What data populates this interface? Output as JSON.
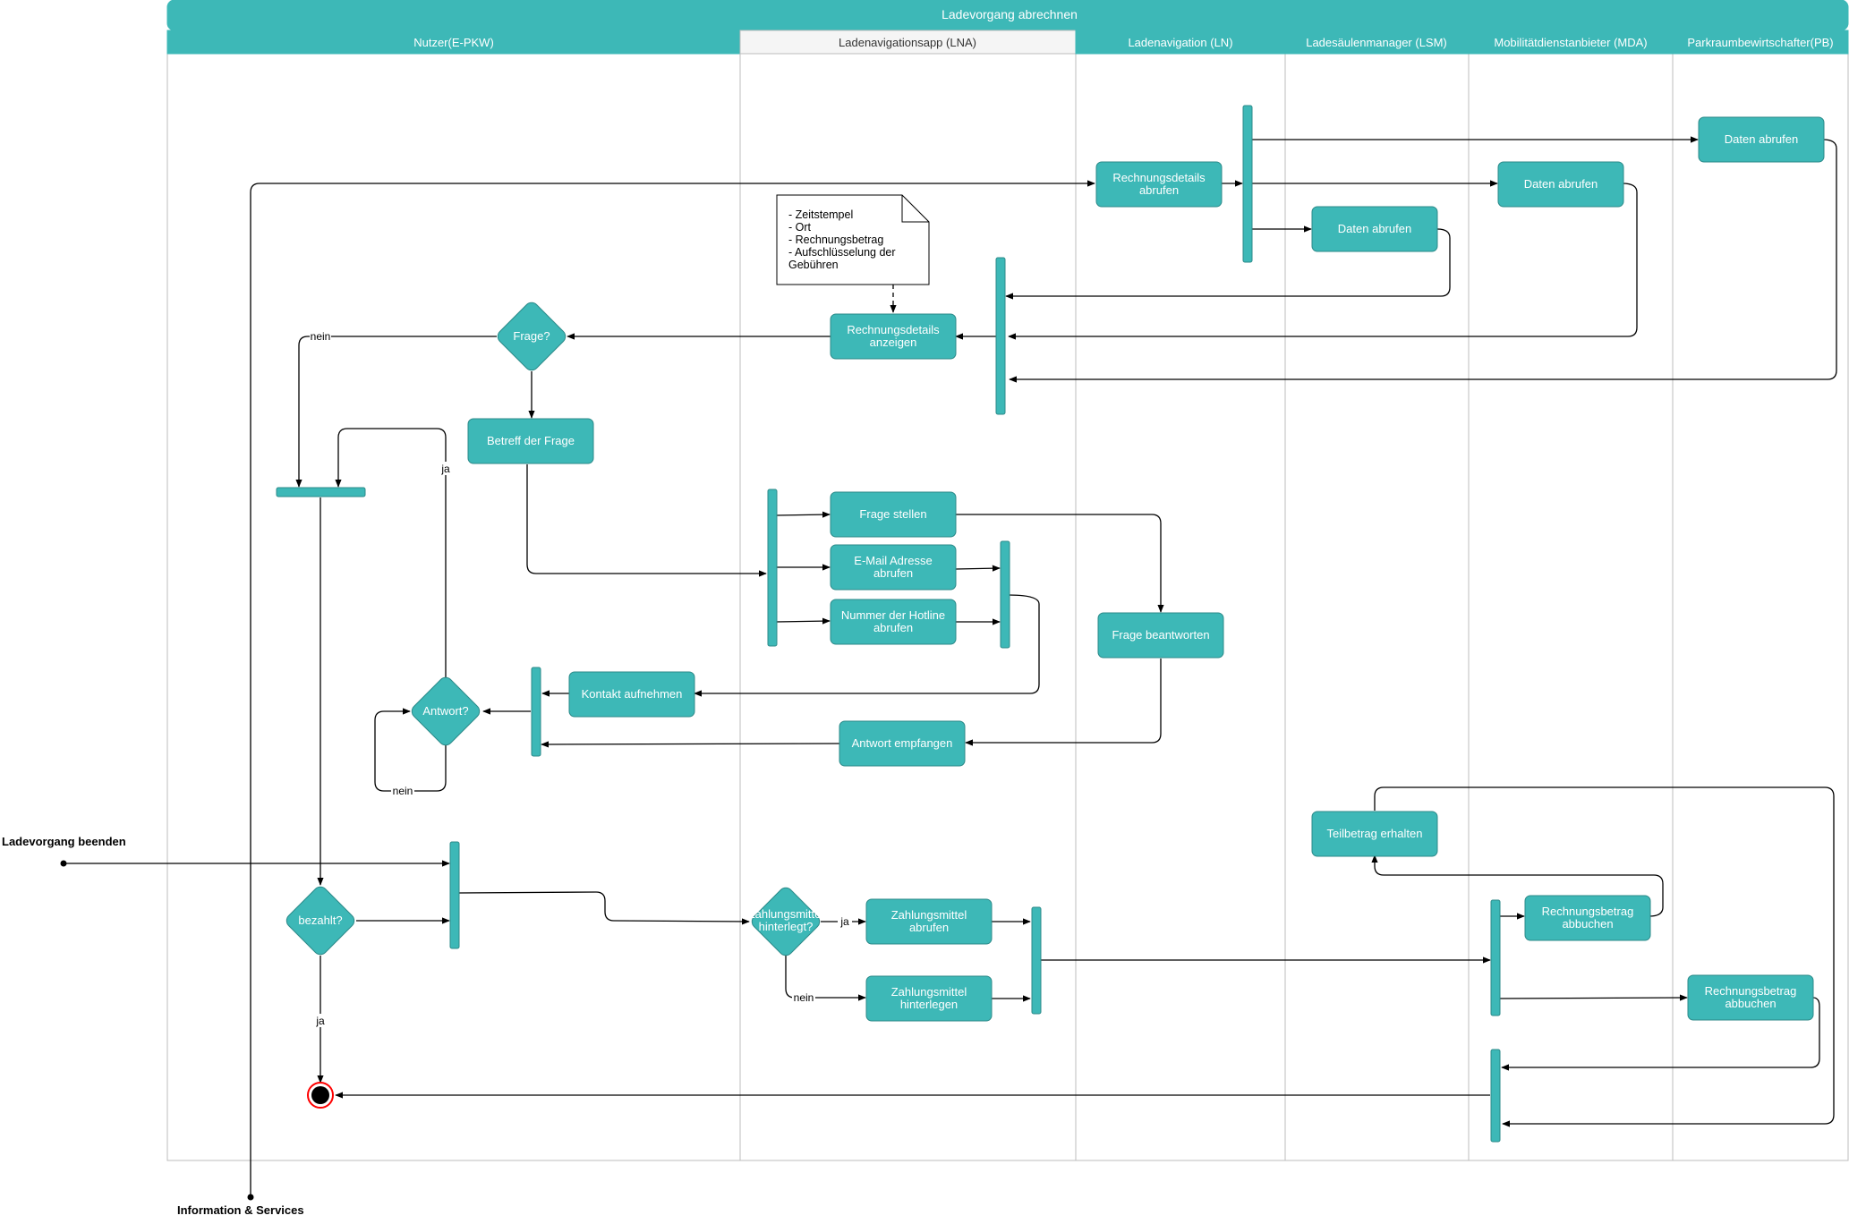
{
  "title": "Ladevorgang abrechnen",
  "colors": {
    "accent": "#3db8b7",
    "stroke": "#2c8a89",
    "lane_border": "#bdbdbd",
    "white_header": "#f5f5f5",
    "end_ring": "#ff0000"
  },
  "lanes": {
    "user": "Nutzer(E-PKW)",
    "lna": "Ladenavigationsapp (LNA)",
    "ln": "Ladenavigation (LN)",
    "lsm": "Ladesäulenmanager (LSM)",
    "mda": "Mobilitätdienstanbieter (MDA)",
    "pb": "Parkraumbewirtschafter(PB)"
  },
  "nodes": {
    "rechnungsdetails_abrufen": [
      "Rechnungsdetails",
      "abrufen"
    ],
    "daten_abrufen_pb": "Daten abrufen",
    "daten_abrufen_mda": "Daten abrufen",
    "daten_abrufen_lsm": "Daten abrufen",
    "rechnungsdetails_anzeigen": [
      "Rechnungsdetails",
      "anzeigen"
    ],
    "frage_decision": "Frage?",
    "betreff": "Betreff der Frage",
    "frage_stellen": "Frage stellen",
    "email": [
      "E-Mail Adresse",
      "abrufen"
    ],
    "hotline": [
      "Nummer der Hotline",
      "abrufen"
    ],
    "frage_beantworten": "Frage beantworten",
    "kontakt": "Kontakt aufnehmen",
    "antwort_decision": "Antwort?",
    "antwort_empfangen": "Antwort empfangen",
    "teilbetrag": "Teilbetrag erhalten",
    "bezahlt_decision": "bezahlt?",
    "zahlungsmittel_decision": [
      "Zahlungsmittel",
      "hinterlegt?"
    ],
    "zahlungsmittel_abrufen": [
      "Zahlungsmittel",
      "abrufen"
    ],
    "zahlungsmittel_hinterlegen": [
      "Zahlungsmittel",
      "hinterlegen"
    ],
    "rechnungsbetrag_mda": [
      "Rechnungsbetrag",
      "abbuchen"
    ],
    "rechnungsbetrag_pb": [
      "Rechnungsbetrag",
      "abbuchen"
    ]
  },
  "note": [
    "- Zeitstempel",
    "- Ort",
    "- Rechnungsbetrag",
    "- Aufschlüsselung der",
    "Gebühren"
  ],
  "edge_labels": {
    "nein_frage": "nein",
    "ja_antwort": "ja",
    "nein_antwort": "nein",
    "ja_bezahlt": "ja",
    "ja_zahlung": "ja",
    "nein_zahlung": "nein"
  },
  "external": {
    "ladevorgang_beenden": "Ladevorgang beenden",
    "information_services": "Information & Services"
  }
}
